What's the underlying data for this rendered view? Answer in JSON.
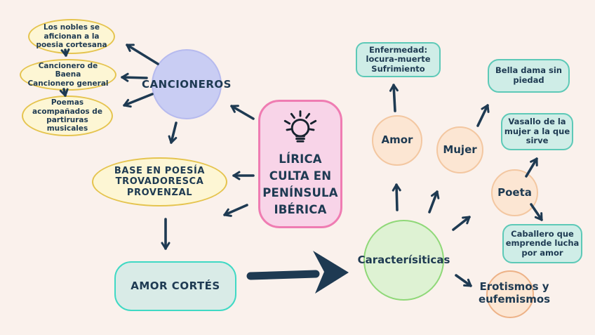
{
  "title": "Mapa conceptual: Lírica culta en Península Ibérica",
  "colors": {
    "background": "#faf1ec",
    "ink": "#1e3a52",
    "yellow_fill": "#fdf6d4",
    "yellow_stroke": "#e5c44f",
    "lavender_fill": "#c9cdf3",
    "lavender_stroke": "#b6baee",
    "pink_fill": "#f8d4e8",
    "pink_stroke": "#ef7cb2",
    "teal_fill": "#cfede7",
    "teal_stroke": "#5dc9b7",
    "mint_fill": "#d9ebe7",
    "mint_stroke": "#3fd9c4",
    "green_fill": "#def2d3",
    "green_stroke": "#8fd878",
    "peach_fill": "#fce6d3",
    "peach_stroke": "#f3c7a1"
  },
  "center": {
    "icon": "lightbulb-icon",
    "title": "LÍRICA\nCULTA EN\nPENÍNSULA\nIBÉRICA"
  },
  "nodes": {
    "cancioneros": "CANCIONEROS",
    "nobles": "Los nobles se\naficionan a la\npoesia cortesana",
    "baena": "Cancionero de\nBaena\nCancionero general",
    "poemas": "Poemas\nacompañados de\npartiruras\nmusicales",
    "base": "BASE EN POESÍA\nTROVADORESCA\nPROVENZAL",
    "amor_cortes": "AMOR CORTÉS",
    "caracteristicas": "Caracterísiticas",
    "amor": "Amor",
    "mujer": "Mujer",
    "poeta": "Poeta",
    "enfermedad": "Enfermedad:\nlocura-muerte\nSufrimiento",
    "bella_dama": "Bella dama sin\npiedad",
    "vasallo": "Vasallo de la\nmujer a la que\nsirve",
    "caballero": "Caballero que\nemprende lucha\npor amor",
    "erotismos": "Erotismos y\neufemismos"
  },
  "connections": [
    {
      "from": "nobles",
      "to": "baena"
    },
    {
      "from": "baena",
      "to": "poemas"
    },
    {
      "from": "cancioneros",
      "to": "nobles"
    },
    {
      "from": "cancioneros",
      "to": "baena"
    },
    {
      "from": "cancioneros",
      "to": "poemas"
    },
    {
      "from": "cancioneros",
      "to": "base"
    },
    {
      "from": "central",
      "to": "cancioneros"
    },
    {
      "from": "central",
      "to": "base"
    },
    {
      "from": "central",
      "to": "amor_cortes"
    },
    {
      "from": "base",
      "to": "amor_cortes"
    },
    {
      "from": "amor_cortes",
      "to": "caracteristicas",
      "style": "bold"
    },
    {
      "from": "caracteristicas",
      "to": "amor"
    },
    {
      "from": "caracteristicas",
      "to": "mujer"
    },
    {
      "from": "caracteristicas",
      "to": "poeta"
    },
    {
      "from": "caracteristicas",
      "to": "erotismos"
    },
    {
      "from": "amor",
      "to": "enfermedad"
    },
    {
      "from": "mujer",
      "to": "bella_dama"
    },
    {
      "from": "poeta",
      "to": "vasallo"
    },
    {
      "from": "poeta",
      "to": "caballero"
    }
  ]
}
